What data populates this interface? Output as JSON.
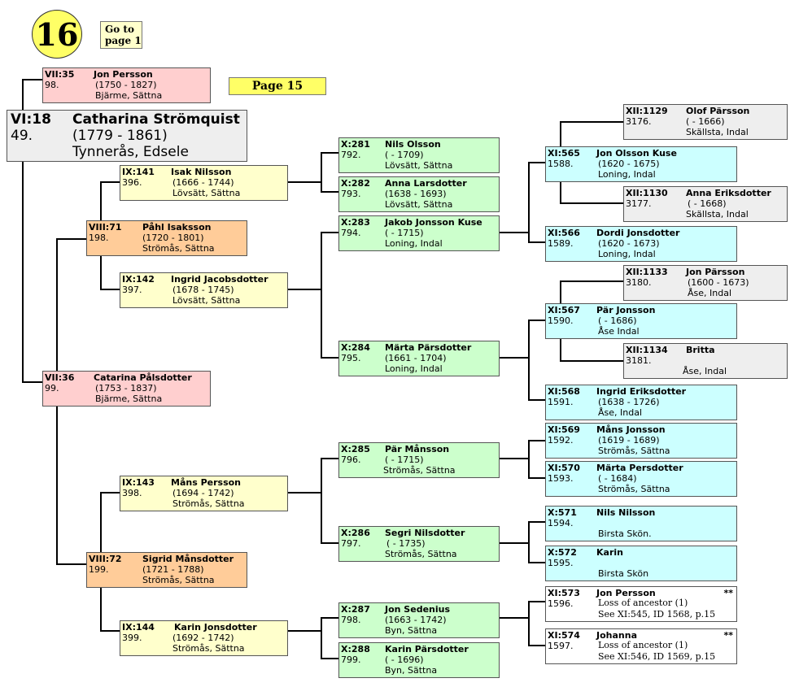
{
  "page_number": "16",
  "goto_link": {
    "line1": "Go to",
    "line2": "page 1"
  },
  "page15_link": "Page 15",
  "main_person": {
    "id": "VI:18",
    "name": "Catharina Strömquist",
    "num": "49.",
    "dates": "(1779 - 1861)",
    "place": "Tynnerås, Edsele"
  },
  "persons": {
    "p35": {
      "id": "VII:35",
      "name": "Jon Persson",
      "num": "98.",
      "dates": "(1750 - 1827)",
      "place": "Bjärme, Sättna"
    },
    "p36": {
      "id": "VII:36",
      "name": "Catarina Pålsdotter",
      "num": "99.",
      "dates": "(1753 - 1837)",
      "place": "Bjärme, Sättna"
    },
    "p71": {
      "id": "VIII:71",
      "name": "Påhl Isaksson",
      "num": "198.",
      "dates": "(1720 - 1801)",
      "place": "Strömås, Sättna"
    },
    "p72": {
      "id": "VIII:72",
      "name": "Sigrid Månsdotter",
      "num": "199.",
      "dates": "(1721 - 1788)",
      "place": "Strömås, Sättna"
    },
    "p141": {
      "id": "IX:141",
      "name": "Isak Nilsson",
      "num": "396.",
      "dates": "(1666 - 1744)",
      "place": "Lövsätt, Sättna"
    },
    "p142": {
      "id": "IX:142",
      "name": "Ingrid Jacobsdotter",
      "num": "397.",
      "dates": "(1678 - 1745)",
      "place": "Lövsätt, Sättna"
    },
    "p143": {
      "id": "IX:143",
      "name": "Måns Persson",
      "num": "398.",
      "dates": "(1694 - 1742)",
      "place": "Strömås, Sättna"
    },
    "p144": {
      "id": "IX:144",
      "name": "Karin Jonsdotter",
      "num": "399.",
      "dates": "(1692 - 1742)",
      "place": "Strömås, Sättna"
    },
    "p281": {
      "id": "X:281",
      "name": "Nils Olsson",
      "num": "792.",
      "dates": "( - 1709)",
      "place": "Lövsätt, Sättna"
    },
    "p282": {
      "id": "X:282",
      "name": "Anna Larsdotter",
      "num": "793.",
      "dates": "(1638 - 1693)",
      "place": "Lövsätt, Sättna"
    },
    "p283": {
      "id": "X:283",
      "name": "Jakob Jonsson Kuse",
      "num": "794.",
      "dates": "( - 1715)",
      "place": "Loning, Indal"
    },
    "p284": {
      "id": "X:284",
      "name": "Märta Pärsdotter",
      "num": "795.",
      "dates": "(1661 - 1704)",
      "place": "Loning, Indal"
    },
    "p285": {
      "id": "X:285",
      "name": "Pär Månsson",
      "num": "796.",
      "dates": "( - 1715)",
      "place": "Strömås, Sättna"
    },
    "p286": {
      "id": "X:286",
      "name": "Segri Nilsdotter",
      "num": "797.",
      "dates": "( - 1735)",
      "place": "Strömås, Sättna"
    },
    "p287": {
      "id": "X:287",
      "name": "Jon Sedenius",
      "num": "798.",
      "dates": "(1663 - 1742)",
      "place": "Byn, Sättna"
    },
    "p288": {
      "id": "X:288",
      "name": "Karin Pärsdotter",
      "num": "799.",
      "dates": "( - 1696)",
      "place": "Byn, Sättna"
    },
    "p565": {
      "id": "XI:565",
      "name": "Jon Olsson Kuse",
      "num": "1588.",
      "dates": "(1620 - 1675)",
      "place": "Loning, Indal"
    },
    "p566": {
      "id": "XI:566",
      "name": "Dordi Jonsdotter",
      "num": "1589.",
      "dates": "(1620 - 1673)",
      "place": "Loning, Indal"
    },
    "p567": {
      "id": "XI:567",
      "name": "Pär Jonsson",
      "num": "1590.",
      "dates": "( - 1686)",
      "place": "Åse Indal"
    },
    "p568": {
      "id": "XI:568",
      "name": "Ingrid Eriksdotter",
      "num": "1591.",
      "dates": "(1638 - 1726)",
      "place": "Åse, Indal"
    },
    "p569": {
      "id": "XI:569",
      "name": "Måns Jonsson",
      "num": "1592.",
      "dates": "(1619 - 1689)",
      "place": "Strömås, Sättna"
    },
    "p570": {
      "id": "XI:570",
      "name": "Märta Persdotter",
      "num": "1593.",
      "dates": "( - 1684)",
      "place": "Strömås, Sättna"
    },
    "p571": {
      "id": "X:571",
      "name": "Nils Nilsson",
      "num": "1594.",
      "dates": "",
      "place": "Birsta  Skön."
    },
    "p572": {
      "id": "X:572",
      "name": "Karin",
      "num": "1595.",
      "dates": "",
      "place": "Birsta Skön"
    },
    "p573": {
      "id": "XI:573",
      "name": "Jon Persson",
      "num": "1596.",
      "stars": "**",
      "note1": "Loss of ancestor (1)",
      "note2": "See XI:545, ID 1568, p.15"
    },
    "p574": {
      "id": "XI:574",
      "name": "Johanna",
      "num": "1597.",
      "stars": "**",
      "note1": "Loss of ancestor (1)",
      "note2": "See XI:546, ID 1569, p.15"
    },
    "p1129": {
      "id": "XII:1129",
      "name": "Olof Pärsson",
      "num": "3176.",
      "dates": "( - 1666)",
      "place": "Skällsta, Indal"
    },
    "p1130": {
      "id": "XII:1130",
      "name": "Anna Eriksdotter",
      "num": "3177.",
      "dates": "( - 1668)",
      "place": "Skällsta, Indal"
    },
    "p1133": {
      "id": "XII:1133",
      "name": "Jon Pärsson",
      "num": "3180.",
      "dates": "(1600 - 1673)",
      "place": "Åse, Indal"
    },
    "p1134": {
      "id": "XII:1134",
      "name": "Britta",
      "num": "3181.",
      "dates": "",
      "place": "Åse, Indal"
    }
  },
  "colors": {
    "gen7": "#ffcfcf",
    "gen8": "#ffcc99",
    "gen9": "#ffffcc",
    "gen10": "#ccffcc",
    "gen11": "#ccffff",
    "gen12": "#eeeeee",
    "badge": "#ffff66"
  }
}
